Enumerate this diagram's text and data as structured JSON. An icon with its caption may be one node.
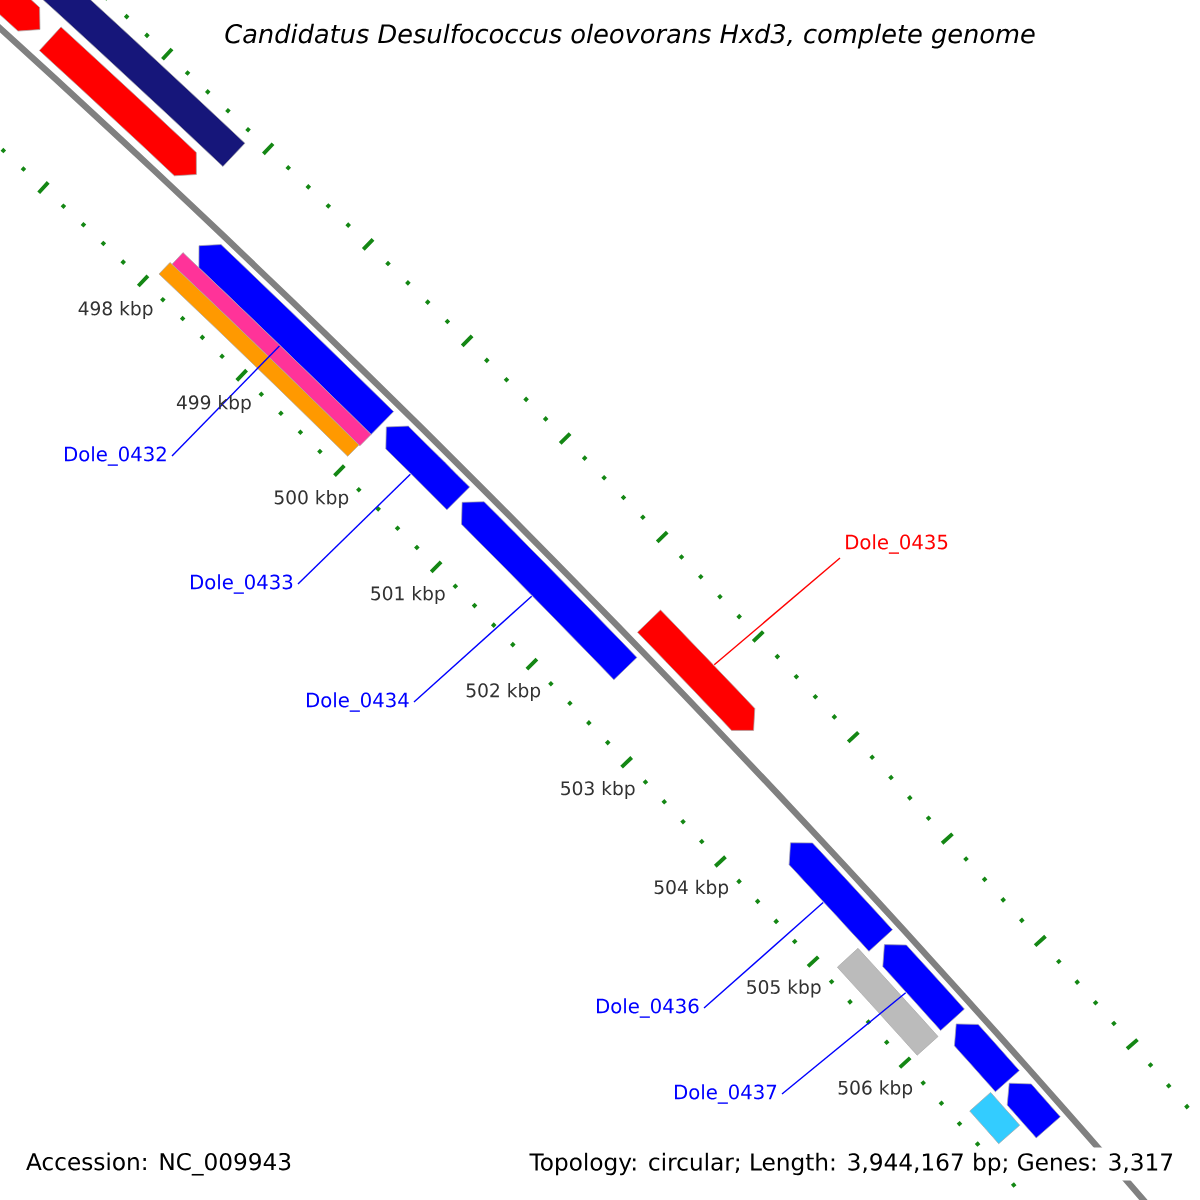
{
  "diagram": {
    "title": "Candidatus Desulfococcus oleovorans Hxd3, complete genome",
    "nodes": [
      {
        "text": [],
        "shape": "pentagon"
      },
      {
        "text": [],
        "shape": "bar"
      },
      {
        "text": [],
        "shape": "pentagon"
      },
      {
        "text": [],
        "shape": "pentagon"
      },
      {
        "text": [],
        "shape": "bar"
      },
      {
        "text": [],
        "shape": "bar"
      },
      {
        "text": [
          "Dole_0432"
        ]
      },
      {
        "text": [],
        "shape": "pentagon"
      },
      {
        "text": [
          "Dole_0433"
        ]
      },
      {
        "text": [],
        "shape": "pentagon"
      },
      {
        "text": [
          "Dole_0434"
        ]
      },
      {
        "text": [
          "Dole_0435"
        ]
      },
      {
        "text": [],
        "shape": "pentagon"
      },
      {
        "text": [],
        "shape": "pentagon"
      },
      {
        "text": [],
        "shape": "bar"
      },
      {
        "text": [
          "Dole_0436"
        ]
      },
      {
        "text": [],
        "shape": "pentagon"
      },
      {
        "text": [
          "Dole_0437"
        ]
      },
      {
        "text": [],
        "shape": "pentagon"
      },
      {
        "text": [],
        "shape": "bar"
      },
      {
        "text": [],
        "shape": "pentagon"
      }
    ],
    "edges": [
      {
        "from": 6,
        "to": 3,
        "arrow": "none"
      },
      {
        "from": 8,
        "to": 7,
        "arrow": "none"
      },
      {
        "from": 10,
        "to": 9,
        "arrow": "none"
      },
      {
        "from": 11,
        "to": 12,
        "arrow": "none",
        "color": "#ff0000"
      },
      {
        "from": 15,
        "to": 13,
        "arrow": "none"
      },
      {
        "from": 17,
        "to": 16,
        "arrow": "none"
      }
    ],
    "labels": [
      "498 kbp",
      "499 kbp",
      "500 kbp",
      "501 kbp",
      "502 kbp",
      "503 kbp",
      "504 kbp",
      "505 kbp",
      "506 kbp",
      "Accession: NC_009943",
      "Topology: circular; Length: 3,944,167 bp; Genes: 3,317"
    ]
  }
}
